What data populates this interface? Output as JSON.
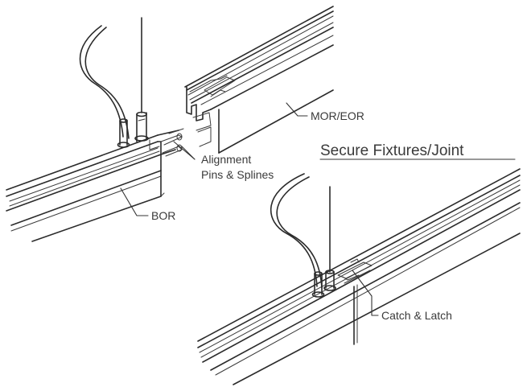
{
  "title": "Secure Fixtures/Joint",
  "labels": {
    "mor_eor": "MOR/EOR",
    "alignment_line1": "Alignment",
    "alignment_line2": "Pins & Splines",
    "bor": "BOR",
    "catch_latch": "Catch & Latch"
  },
  "colors": {
    "line": "#2b2b2b",
    "text": "#3a3a3a",
    "background": "#ffffff"
  }
}
